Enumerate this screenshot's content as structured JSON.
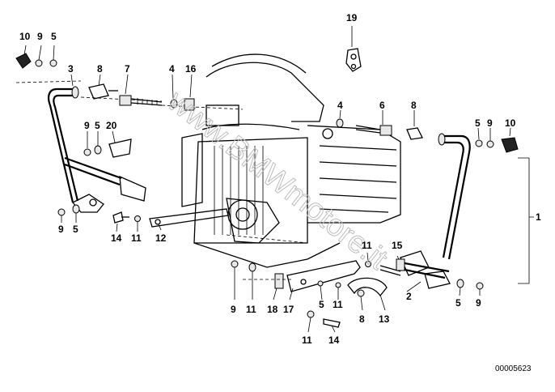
{
  "diagram": {
    "callouts": [
      {
        "id": "c10a",
        "text": "10"
      },
      {
        "id": "c9a",
        "text": "9"
      },
      {
        "id": "c5a",
        "text": "5"
      },
      {
        "id": "c3",
        "text": "3"
      },
      {
        "id": "c8a",
        "text": "8"
      },
      {
        "id": "c7",
        "text": "7"
      },
      {
        "id": "c4a",
        "text": "4"
      },
      {
        "id": "c16",
        "text": "16"
      },
      {
        "id": "c19",
        "text": "19"
      },
      {
        "id": "c4b",
        "text": "4"
      },
      {
        "id": "c6",
        "text": "6"
      },
      {
        "id": "c8b",
        "text": "8"
      },
      {
        "id": "c5b",
        "text": "5"
      },
      {
        "id": "c9b",
        "text": "9"
      },
      {
        "id": "c10b",
        "text": "10"
      },
      {
        "id": "c9c",
        "text": "9"
      },
      {
        "id": "c5c",
        "text": "5"
      },
      {
        "id": "c20",
        "text": "20"
      },
      {
        "id": "c1",
        "text": "1"
      },
      {
        "id": "c9d",
        "text": "9"
      },
      {
        "id": "c5d",
        "text": "5"
      },
      {
        "id": "c14a",
        "text": "14"
      },
      {
        "id": "c11a",
        "text": "11"
      },
      {
        "id": "c12",
        "text": "12"
      },
      {
        "id": "c11b",
        "text": "11"
      },
      {
        "id": "c15",
        "text": "15"
      },
      {
        "id": "c2",
        "text": "2"
      },
      {
        "id": "c5e",
        "text": "5"
      },
      {
        "id": "c9e",
        "text": "9"
      },
      {
        "id": "c9f",
        "text": "9"
      },
      {
        "id": "c11c",
        "text": "11"
      },
      {
        "id": "c18",
        "text": "18"
      },
      {
        "id": "c17",
        "text": "17"
      },
      {
        "id": "c5f",
        "text": "5"
      },
      {
        "id": "c11d",
        "text": "11"
      },
      {
        "id": "c8c",
        "text": "8"
      },
      {
        "id": "c13",
        "text": "13"
      },
      {
        "id": "c11e",
        "text": "11"
      },
      {
        "id": "c14b",
        "text": "14"
      }
    ],
    "image_code": "00005623",
    "watermark": "www.BMWmotore.it"
  }
}
